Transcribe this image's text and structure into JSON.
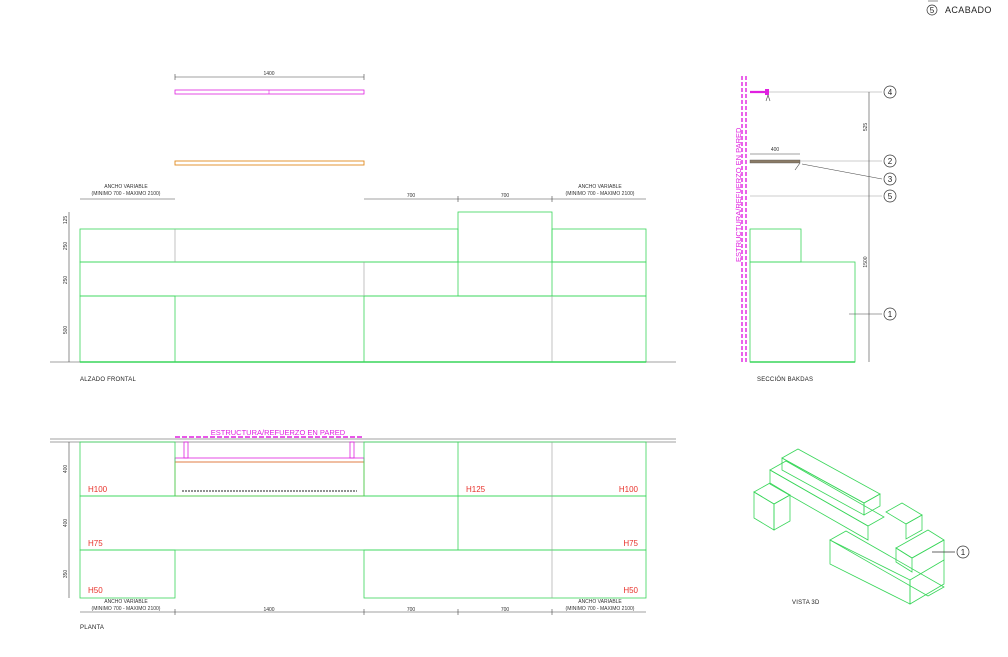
{
  "legend": {
    "number": "5",
    "label": "ACABADO"
  },
  "elevation": {
    "caption": "ALZADO FRONTAL",
    "top_dim": "1400",
    "ancho_left_line1": "ANCHO VARIABLE",
    "ancho_left_line2": "(MINIMO 700 - MAXIMO 2100)",
    "ancho_right_line1": "ANCHO VARIABLE",
    "ancho_right_line2": "(MINIMO 700 - MAXIMO 2100)",
    "dim_700_a": "700",
    "dim_700_b": "700",
    "v_125": "125",
    "v_250_a": "250",
    "v_250_b": "250",
    "v_500": "500"
  },
  "section": {
    "caption": "SECCIÓN BAKDAS",
    "wall_label": "ESTRUCTURA/REFUERZO EN PARED",
    "dim_400": "400",
    "dim_525": "525",
    "dim_1500": "1500",
    "callouts": [
      "4",
      "2",
      "3",
      "5",
      "1"
    ]
  },
  "plan": {
    "caption": "PLANTA",
    "wall_label": "ESTRUCTURA/REFUERZO EN PARED",
    "h100_left": "H100",
    "h125": "H125",
    "h100_right": "H100",
    "h75_left": "H75",
    "h75_right": "H75",
    "h50_left": "H50",
    "h50_right": "H50",
    "v_400_a": "400",
    "v_400_b": "400",
    "v_350": "350",
    "ancho_left_line1": "ANCHO VARIABLE",
    "ancho_left_line2": "(MINIMO 700 - MAXIMO 2100)",
    "ancho_right_line1": "ANCHO VARIABLE",
    "ancho_right_line2": "(MINIMO 700 - MAXIMO 2100)",
    "dim_1400": "1400",
    "dim_700_a": "700",
    "dim_700_b": "700"
  },
  "view3d": {
    "caption": "VISTA 3D",
    "callout": "1"
  }
}
